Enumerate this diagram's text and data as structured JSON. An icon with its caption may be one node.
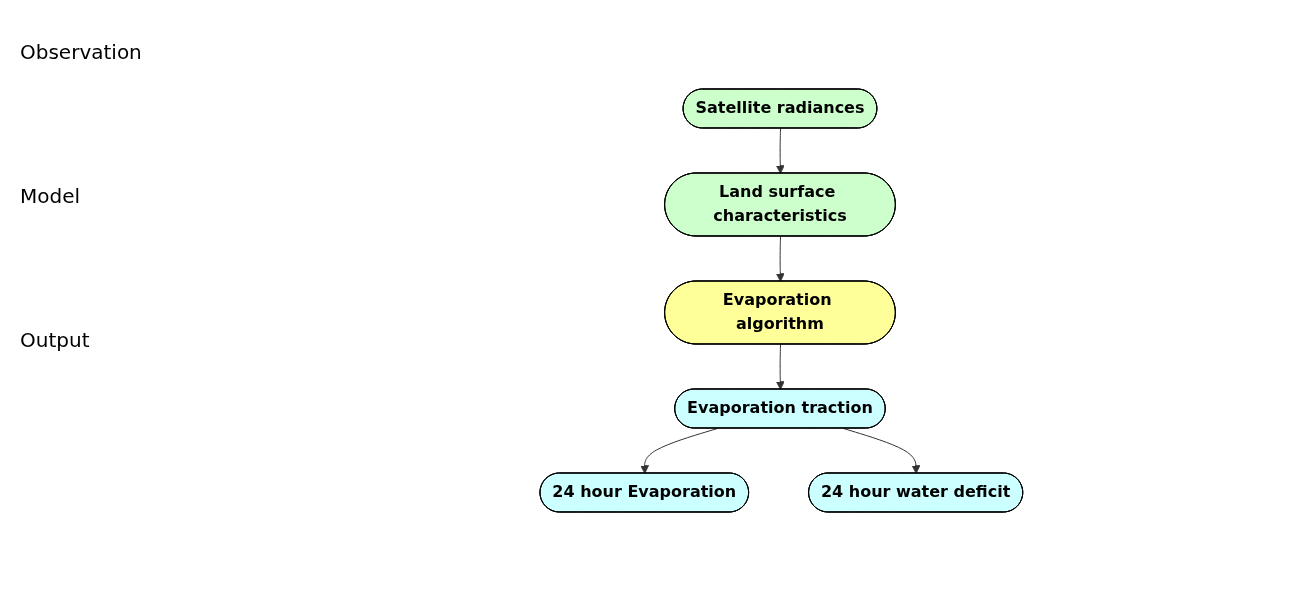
{
  "diagram": {
    "nodes": [
      {
        "text": [
          "Satellite radiances"
        ]
      },
      {
        "text": [
          "Land surface characteristics"
        ]
      },
      {
        "text": [
          "Evaporation algorithm"
        ]
      },
      {
        "text": [
          "Evaporation traction"
        ]
      },
      {
        "text": [
          "24 hour Evaporation"
        ]
      },
      {
        "text": [
          "24 hour water deficit"
        ]
      }
    ],
    "edges": [
      {
        "from": 0,
        "to": 1,
        "arrow": "to"
      },
      {
        "from": 1,
        "to": 2,
        "arrow": "to"
      },
      {
        "from": 2,
        "to": 3,
        "arrow": "to"
      },
      {
        "from": 3,
        "to": 4,
        "arrow": "to"
      },
      {
        "from": 3,
        "to": 5,
        "arrow": "to"
      }
    ],
    "labels": [
      "Observation",
      "Model",
      "Output"
    ]
  }
}
